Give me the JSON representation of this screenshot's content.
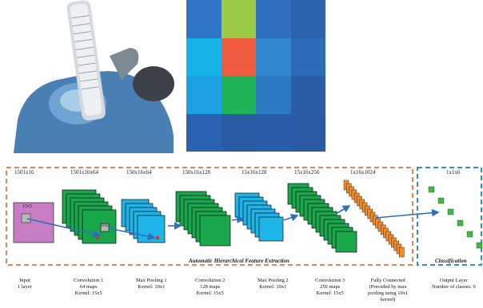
{
  "heatmap": {
    "colors": [
      "#2f74c6",
      "#9ccc45",
      "#2f6fbd",
      "#2d63ad",
      "#16b3ea",
      "#f05a3f",
      "#3187d0",
      "#2c6cb6",
      "#1da1e3",
      "#1fb355",
      "#2b78c3",
      "#2a5fa8",
      "#2b62b0",
      "#2a5ca6",
      "#2a5eaa",
      "#2a5ba4"
    ]
  },
  "diagram": {
    "input_patch_label": "15x5",
    "conv_patch_label": "10x1",
    "stages": [
      {
        "dims": "1501x16",
        "caption": [
          "Input",
          "1 layer"
        ]
      },
      {
        "dims": "1501x16x64",
        "caption": [
          "Convolution 1",
          "64 maps",
          "Kernel: 15x5"
        ]
      },
      {
        "dims": "150x16x64",
        "caption": [
          "Max Pooling 1",
          "Kernel: 10x1"
        ]
      },
      {
        "dims": "150x16x128",
        "caption": [
          "Convolution 2",
          "128 maps",
          "Kernel: 15x5"
        ]
      },
      {
        "dims": "15x16x128",
        "caption": [
          "Max Pooling 2",
          "Kernel: 10x1"
        ]
      },
      {
        "dims": "15x16x256",
        "caption": [
          "Convolution 3",
          "256 maps",
          "Kernel: 15x5"
        ]
      },
      {
        "dims": "1x16x1024",
        "caption": [
          "Fully Connected",
          "(Preceded by max",
          "pooling using 10x1",
          "kernel)"
        ]
      },
      {
        "dims": "1x1x6",
        "caption": [
          "Output Layer",
          "Number of classes: 6"
        ]
      }
    ],
    "section_labels": {
      "feature": "Automatic Hierarchical Feature Extraction",
      "classification": "Classification"
    },
    "colors": {
      "input": "#c77ec4",
      "conv": "#1aa64a",
      "pool": "#1fb4e8",
      "fc": "#f08a2a",
      "output": "#4caf50",
      "feature_border": "#e8845a",
      "class_border": "#2f8fd1",
      "arrow": "#2e6ec0"
    }
  }
}
